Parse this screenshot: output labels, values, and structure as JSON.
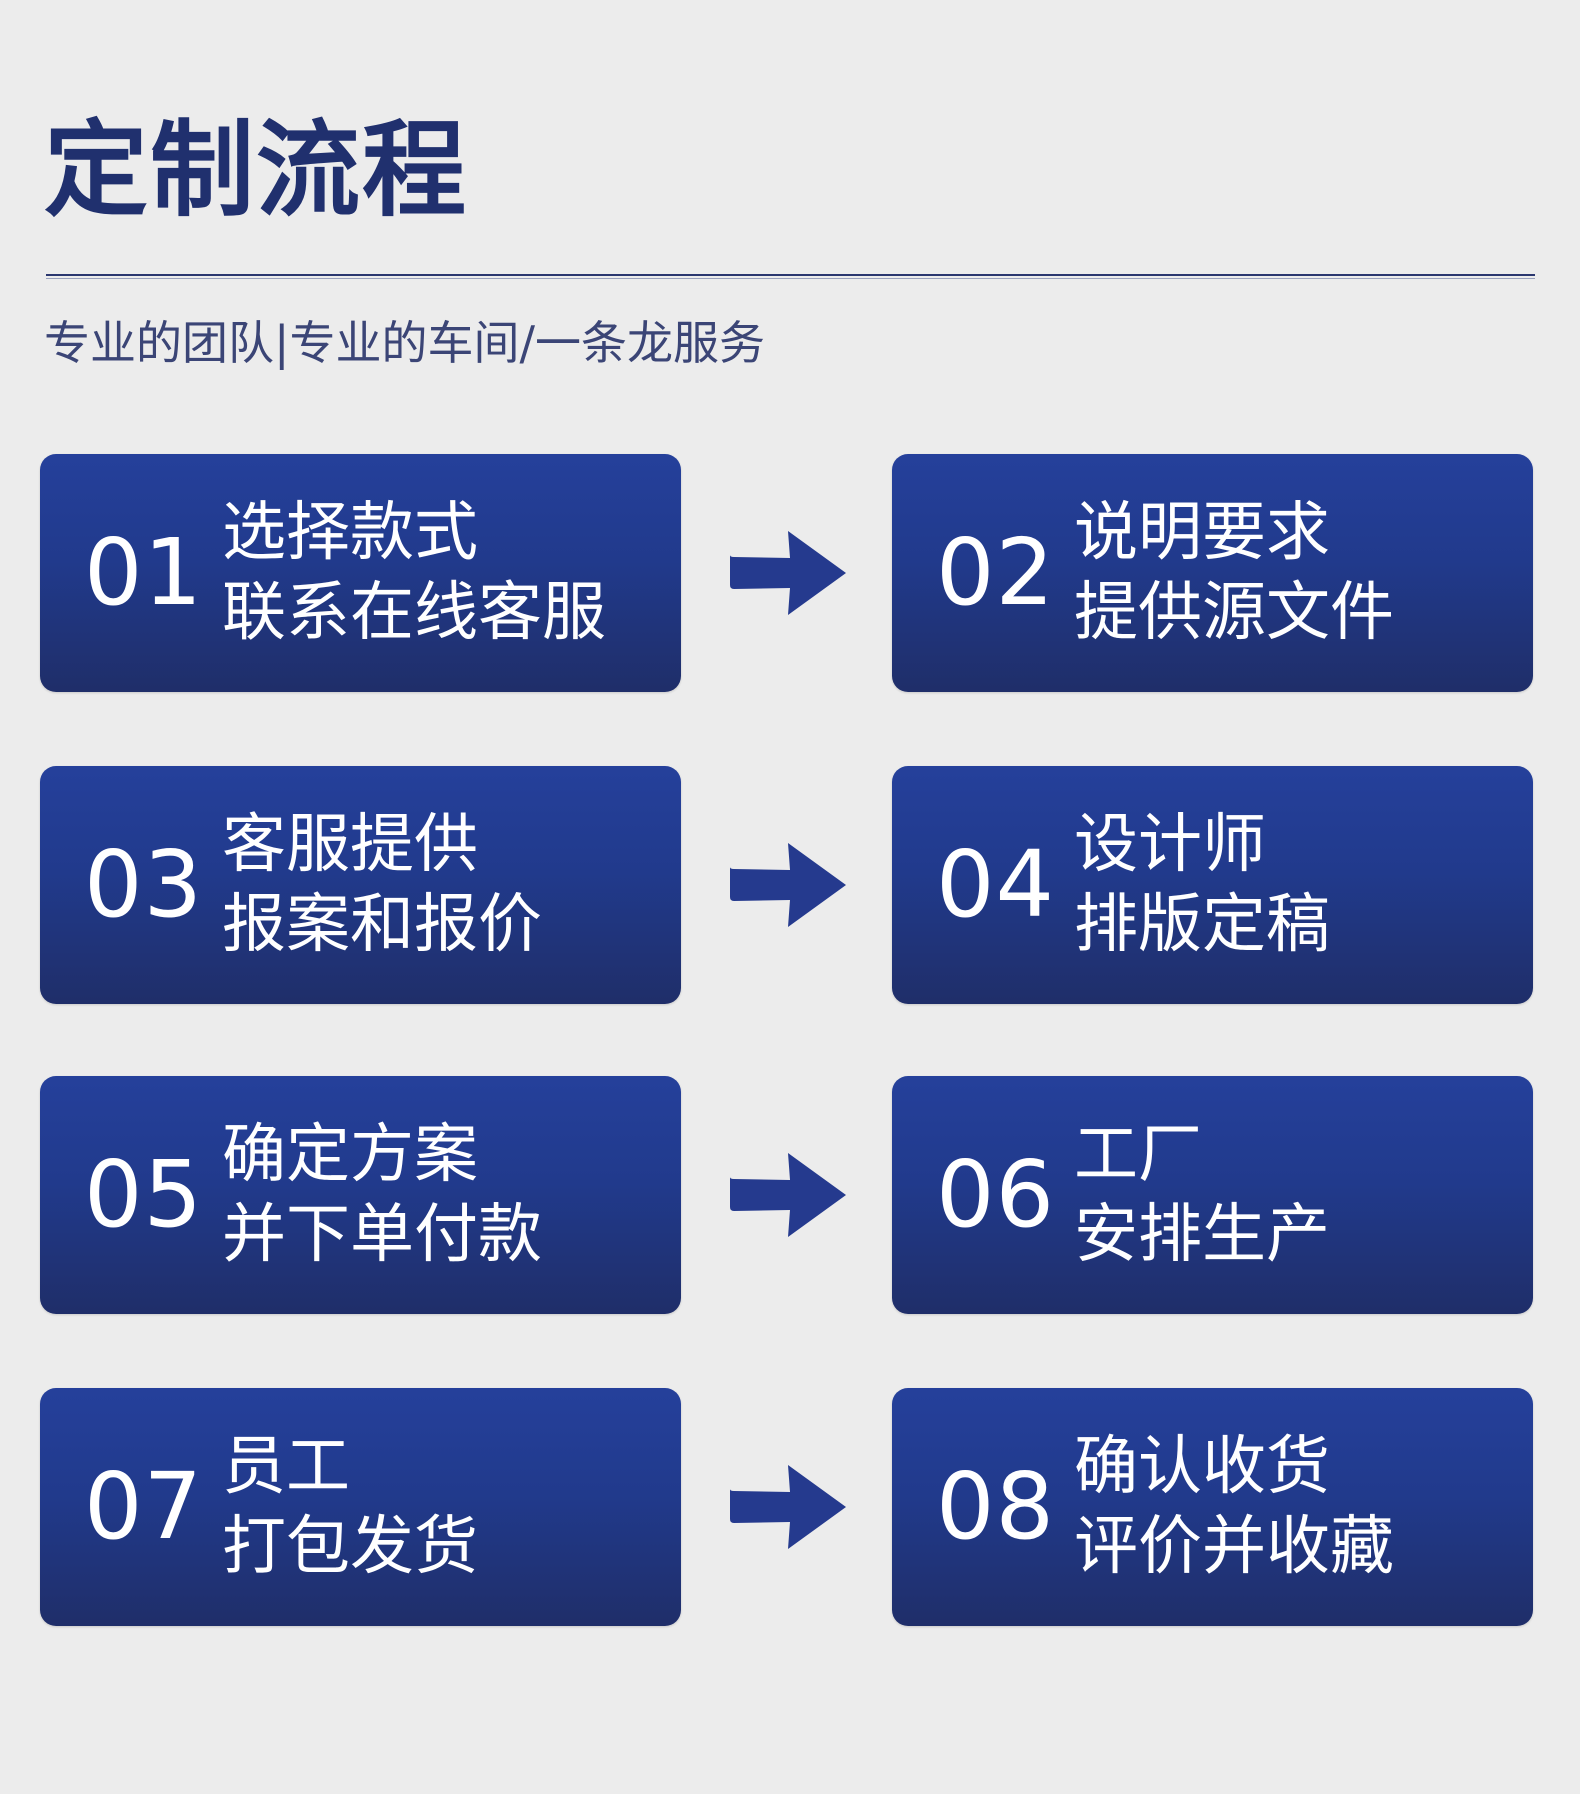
{
  "header": {
    "title": "定制流程",
    "subtitle": "专业的团队|专业的车间/一条龙服务"
  },
  "steps": [
    {
      "number": "01",
      "lines": [
        "选择款式",
        "联系在线客服"
      ]
    },
    {
      "number": "02",
      "lines": [
        "说明要求",
        "提供源文件"
      ]
    },
    {
      "number": "03",
      "lines": [
        "客服提供",
        "报案和报价"
      ]
    },
    {
      "number": "04",
      "lines": [
        "设计师",
        "排版定稿"
      ]
    },
    {
      "number": "05",
      "lines": [
        "确定方案",
        "并下单付款"
      ]
    },
    {
      "number": "06",
      "lines": [
        "工厂",
        "安排生产"
      ]
    },
    {
      "number": "07",
      "lines": [
        "员工",
        "打包发货"
      ]
    },
    {
      "number": "08",
      "lines": [
        "确认收货",
        "评价并收藏"
      ]
    }
  ],
  "icons": {
    "arrow": "arrow-right-icon"
  },
  "colors": {
    "background": "#ececec",
    "title": "#20306e",
    "card_top": "#25409b",
    "card_bottom": "#1f2e69",
    "arrow": "#253a8e",
    "text_on_card": "#ffffff"
  }
}
